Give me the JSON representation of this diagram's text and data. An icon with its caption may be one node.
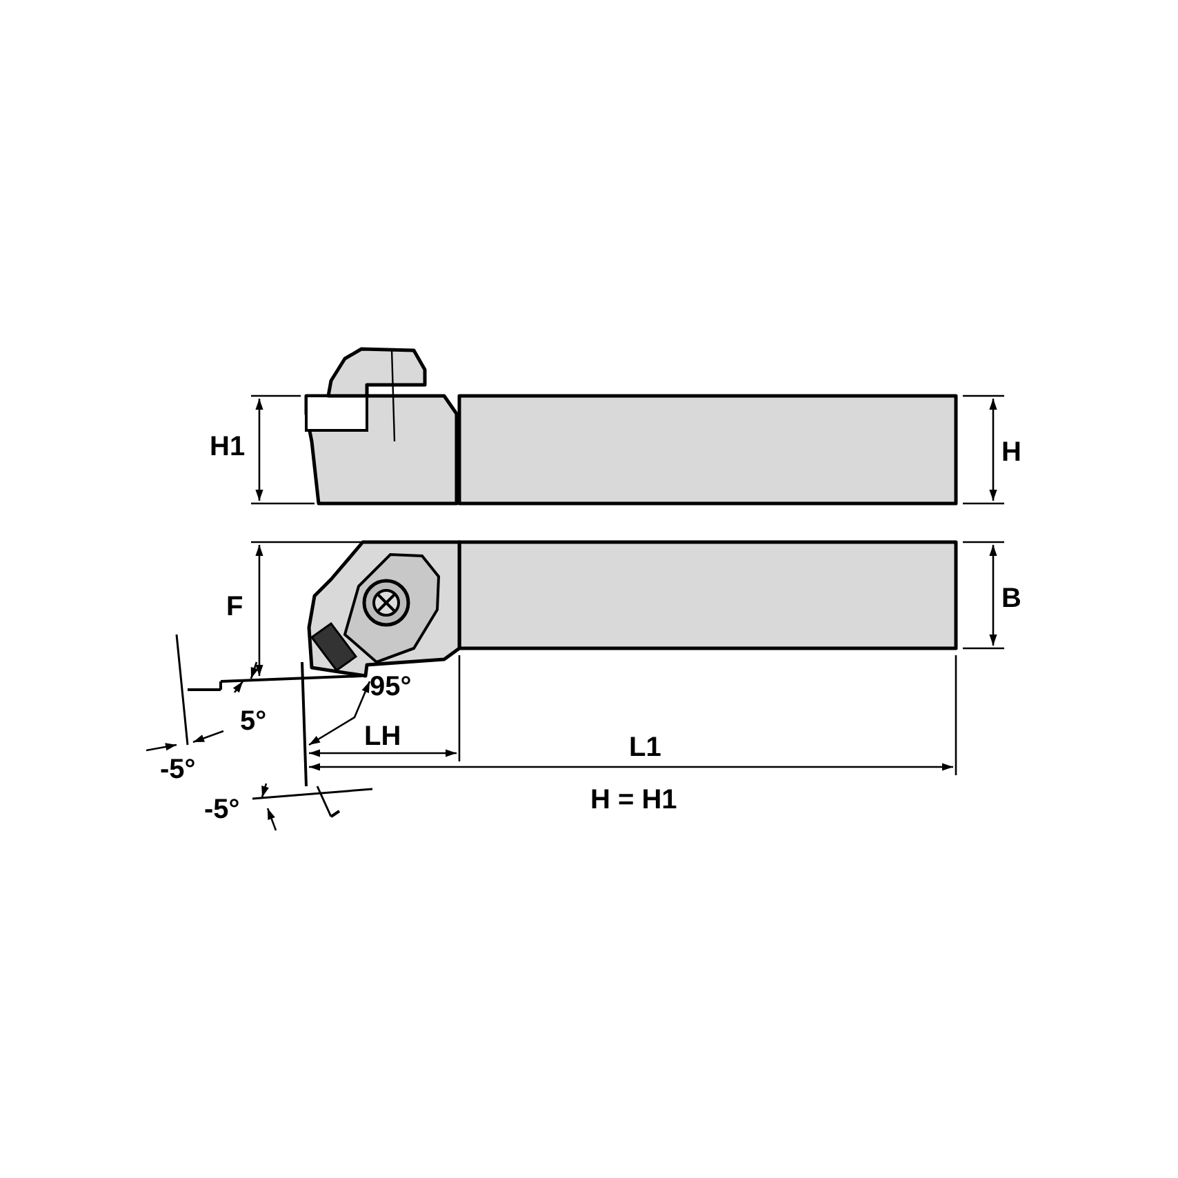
{
  "diagram": {
    "labels": [
      "H1",
      "H",
      "F",
      "B",
      "95°",
      "5°",
      "-5°",
      "LH",
      "L1",
      "-5°",
      "H = H1"
    ]
  }
}
